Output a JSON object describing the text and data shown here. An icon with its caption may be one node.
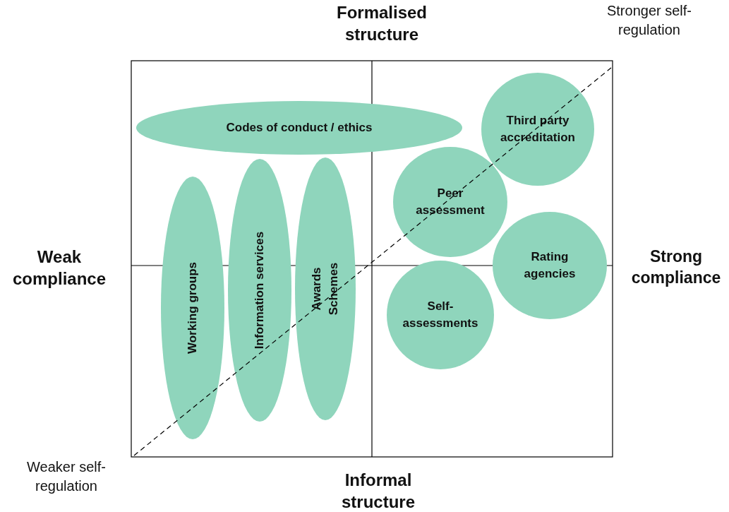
{
  "diagram": {
    "nodes": [
      {
        "text": [
          "Codes of conduct / ethics"
        ]
      },
      {
        "text": [
          "Third party accreditation"
        ]
      },
      {
        "text": [
          "Peer assessment"
        ]
      },
      {
        "text": [
          "Working groups"
        ]
      },
      {
        "text": [
          "Information services"
        ]
      },
      {
        "text": [
          "Awards Schemes"
        ]
      },
      {
        "text": [
          "Rating agencies"
        ]
      },
      {
        "text": [
          "Self-assessments"
        ]
      }
    ],
    "labels": [
      "Formalised structure",
      "Stronger self-regulation",
      "Weak compliance",
      "Strong compliance",
      "Weaker self-regulation",
      "Informal structure"
    ]
  }
}
